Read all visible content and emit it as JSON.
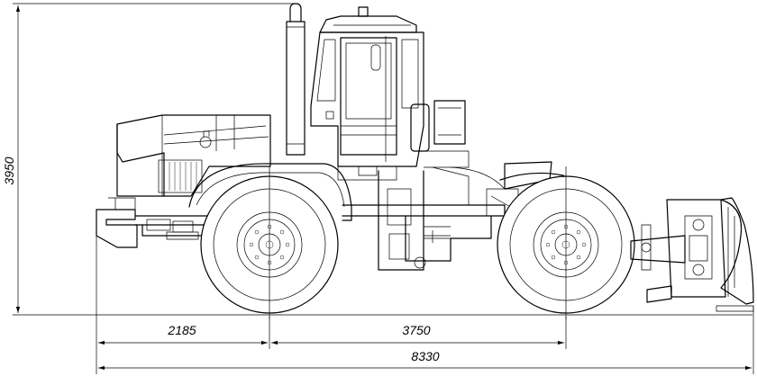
{
  "dimensions": {
    "height": "3950",
    "front_overhang": "2185",
    "wheelbase": "3750",
    "overall_length": "8330"
  }
}
